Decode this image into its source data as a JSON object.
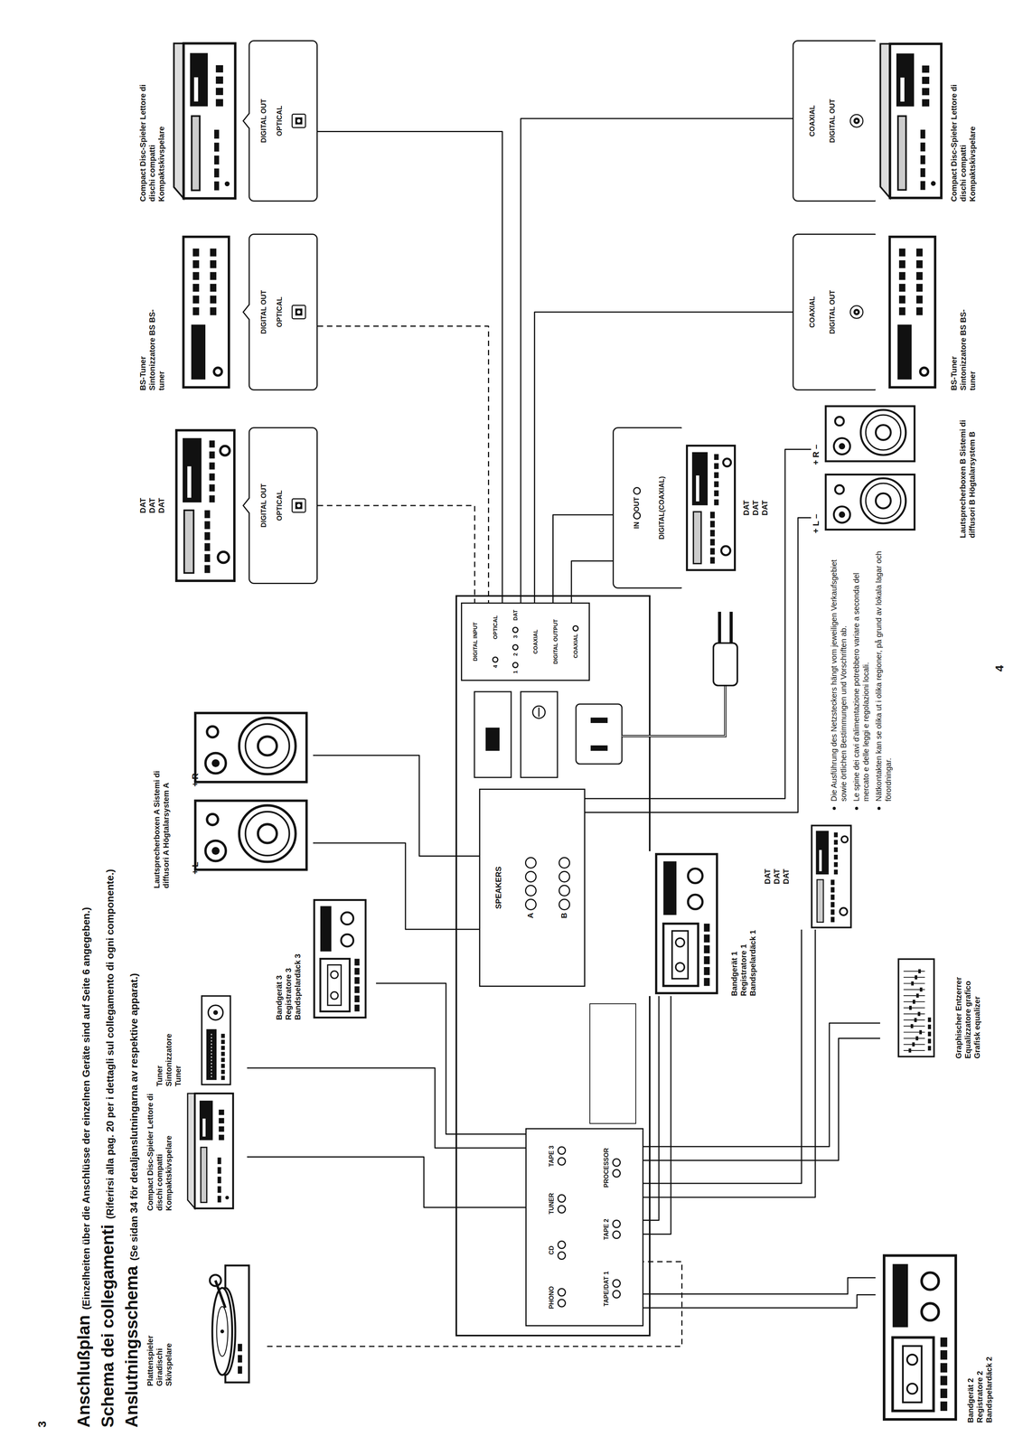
{
  "diagram": {
    "title": "Anschlußplan",
    "nodes": [
      {
        "text": [
          "Plattenspieler Giradischi Skivspelare"
        ]
      },
      {
        "text": [
          "Compact Disc-Spieler Lettore di dischi compatti Kompaktskivspelare"
        ]
      },
      {
        "text": [
          "Tuner Sintonizzatore Tuner"
        ]
      },
      {
        "text": [
          "Bandgerät 3 Registratore 3 Bandspelardäck 3"
        ]
      },
      {
        "text": [
          "Lautsprecherboxen A Sistemi di diffusori A Högtalarsystem A"
        ]
      },
      {
        "text": [
          "+ L –"
        ],
        "in": 4
      },
      {
        "text": [
          "+ R –"
        ],
        "in": 4
      },
      {
        "text": [
          "DAT DAT DAT"
        ]
      },
      {
        "text": [
          "BS-Tuner Sintonizzatore BS BS-tuner"
        ]
      },
      {
        "text": [
          "Compact Disc-Spieler Lettore di dischi compatti Kompaktskivspelare"
        ]
      },
      {
        "text": [
          "DIGITAL OUT",
          "OPTICAL"
        ]
      },
      {
        "text": [
          "DIGITAL OUT",
          "OPTICAL"
        ]
      },
      {
        "text": [
          "DIGITAL OUT",
          "OPTICAL"
        ]
      },
      {
        "text": [
          "PHONO",
          "CD",
          "TUNER",
          "TAPE 3",
          "TAPE/DAT 1",
          "TAPE 2",
          "PROCESSOR"
        ]
      },
      {
        "text": [
          "SPEAKERS",
          "A",
          "B"
        ]
      },
      {
        "text": [
          "DIGITAL INPUT",
          "4",
          "OPTICAL",
          "1",
          "2",
          "3",
          "DAT",
          "COAXIAL",
          "DIGITAL OUTPUT",
          "COAXIAL"
        ]
      },
      {
        "text": [
          "IN",
          "OUT",
          "DIGITAL(COAXIAL)"
        ]
      },
      {
        "text": [
          "DAT DAT DAT"
        ]
      },
      {
        "text": [
          "Bandgerät 1 Registratore 1 Bandspelardäck 1"
        ]
      },
      {
        "text": [
          "DAT DAT DAT"
        ]
      },
      {
        "text": [
          "Bandgerät 2 Registratore 2 Bandspelardäck 2"
        ]
      },
      {
        "text": [
          "Graphischer Entzerrer Equalizzatore grafico Grafisk equalizer"
        ]
      },
      {
        "text": [
          "Lautsprecherboxen B Sistemi di diffusori B Högtalarsystem B"
        ]
      },
      {
        "text": [
          "+ L –"
        ],
        "in": 22
      },
      {
        "text": [
          "+ R –"
        ],
        "in": 22
      },
      {
        "text": [
          "COAXIAL",
          "DIGITAL OUT"
        ]
      },
      {
        "text": [
          "COAXIAL",
          "DIGITAL OUT"
        ]
      },
      {
        "text": [
          "BS-Tuner Sintonizzatore BS BS-tuner"
        ]
      },
      {
        "text": [
          "Compact Disc-Spieler Lettore di dischi compatti Kompaktskivspelare"
        ]
      }
    ],
    "edges": [
      {
        "from": 0,
        "to": 13,
        "arrow": "none"
      },
      {
        "from": 1,
        "to": 13,
        "arrow": "none"
      },
      {
        "from": 2,
        "to": 13,
        "arrow": "none"
      },
      {
        "from": 3,
        "to": 13,
        "arrow": "none"
      },
      {
        "from": 5,
        "to": 14,
        "arrow": "none"
      },
      {
        "from": 6,
        "to": 14,
        "arrow": "none"
      },
      {
        "from": 10,
        "to": 15,
        "arrow": "none"
      },
      {
        "from": 11,
        "to": 15,
        "arrow": "none"
      },
      {
        "from": 12,
        "to": 15,
        "arrow": "none"
      },
      {
        "from": 16,
        "to": 15,
        "arrow": "none"
      },
      {
        "from": 16,
        "to": 15,
        "arrow": "none"
      },
      {
        "from": 25,
        "to": 15,
        "arrow": "none"
      },
      {
        "from": 26,
        "to": 15,
        "arrow": "none"
      },
      {
        "from": 18,
        "to": 13,
        "arrow": "none"
      },
      {
        "from": 18,
        "to": 13,
        "arrow": "none"
      },
      {
        "from": 19,
        "to": 13,
        "arrow": "none"
      },
      {
        "from": 19,
        "to": 13,
        "arrow": "none"
      },
      {
        "from": 21,
        "to": 13,
        "arrow": "none"
      },
      {
        "from": 21,
        "to": 13,
        "arrow": "none"
      },
      {
        "from": 20,
        "to": 13,
        "arrow": "none"
      },
      {
        "from": 20,
        "to": 13,
        "arrow": "none"
      },
      {
        "from": 23,
        "to": 14,
        "arrow": "none"
      },
      {
        "from": 24,
        "to": 14,
        "arrow": "none"
      }
    ],
    "labels": [
      "(Einzelheiten über die Anschlüsse der einzelnen Geräte sind auf Seite 6 angegeben.)",
      "Schema dei collegamenti",
      "(Riferirsi alla pag. 20 per i dettagli sul collegamento di ogni componente.)",
      "Anslutningsschema",
      "(Se sidan 34 för detaljanslutningarna av respektive apparat.)",
      "Die Ausführung des Netzsteckers hängt vom jeweiligen Verkaufsgebiet sowie örtlichen Bestimmungen und Vorschriften ab.",
      "Le spine dei cavi d'alimentazione potrebbero variare a seconda del mercato e delle leggi e regolazioni locali.",
      "Nätkontakten kan se olika ut i olika regioner, på grund av lokala lagar och förordningar.",
      "3",
      "4"
    ]
  }
}
